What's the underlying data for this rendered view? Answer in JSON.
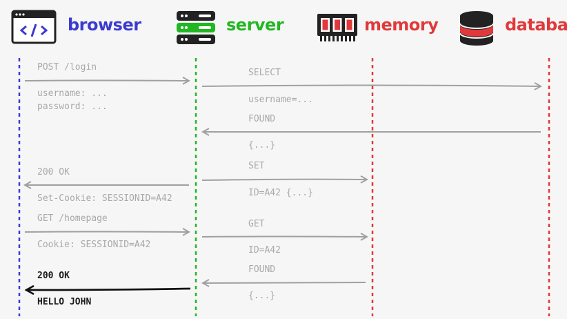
{
  "actors": {
    "browser": {
      "label": "browser",
      "color": "#3b3bd1",
      "icon": "code-window-icon"
    },
    "server": {
      "label": "server",
      "color": "#22b722",
      "icon": "server-rack-icon"
    },
    "memory": {
      "label": "memory",
      "color": "#e0393b",
      "icon": "memory-chip-icon"
    },
    "database": {
      "label": "database",
      "color": "#e0393b",
      "icon": "database-cylinder-icon"
    }
  },
  "messages": {
    "m1_title": "POST /login",
    "m1_line1": "username: ...",
    "m1_line2": "password: ...",
    "m2_title": "SELECT",
    "m2_sub": "username=...",
    "m3_title": "FOUND",
    "m3_sub": "{...}",
    "m4_title": "SET",
    "m4_sub": "ID=A42 {...}",
    "m5_title": "200 OK",
    "m5_sub": "Set-Cookie: SESSIONID=A42",
    "m6_title": "GET /homepage",
    "m6_sub": "Cookie: SESSIONID=A42",
    "m7_title": "GET",
    "m7_sub": "ID=A42",
    "m8_title": "FOUND",
    "m8_sub": "{...}",
    "m9_title": "200 OK",
    "m9_sub": "HELLO JOHN"
  },
  "colors": {
    "arrow_gray": "#a0a0a0",
    "arrow_dark": "#111111",
    "text_gray": "#a9a9a9"
  }
}
